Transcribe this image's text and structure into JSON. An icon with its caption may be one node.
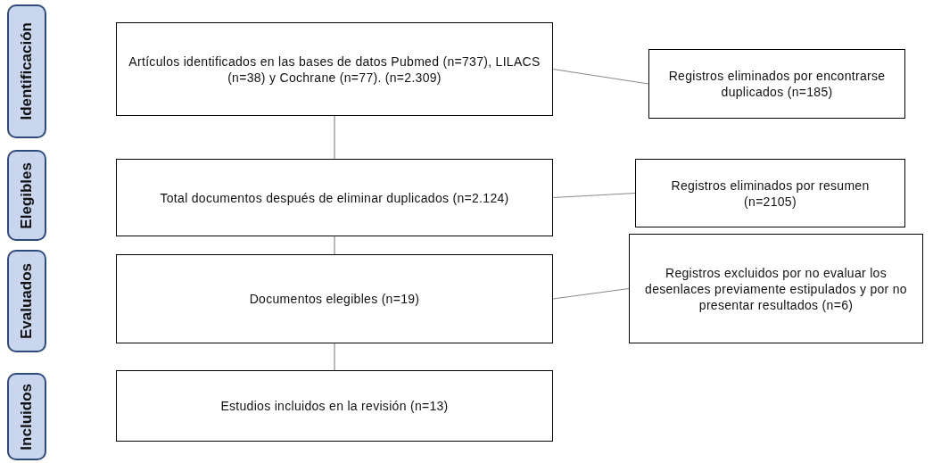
{
  "diagram": {
    "nodes": [
      {
        "text": [
          "Identificación"
        ]
      },
      {
        "text": [
          "Elegibles"
        ]
      },
      {
        "text": [
          "Evaluados"
        ]
      },
      {
        "text": [
          "Incluidos"
        ]
      },
      {
        "text": [
          "Artículos identificados en las bases de datos Pubmed (n=737), LILACS (n=38) y Cochrane (n=77). (n=2.309)"
        ]
      },
      {
        "text": [
          "Registros eliminados por encontrarse duplicados (n=185)"
        ]
      },
      {
        "text": [
          "Total documentos después de eliminar duplicados (n=2.124)"
        ]
      },
      {
        "text": [
          "Registros eliminados por resumen (n=2105)"
        ]
      },
      {
        "text": [
          "Documentos elegibles (n=19)"
        ]
      },
      {
        "text": [
          "Registros excluidos por no evaluar los desenlaces previamente estipulados y por no presentar resultados (n=6)"
        ]
      },
      {
        "text": [
          "Estudios incluidos en la revisión (n=13)"
        ]
      }
    ],
    "edges": [
      {
        "from": 4,
        "to": 6,
        "arrow": "none"
      },
      {
        "from": 6,
        "to": 8,
        "arrow": "none"
      },
      {
        "from": 8,
        "to": 10,
        "arrow": "none"
      },
      {
        "from": 4,
        "to": 5,
        "arrow": "none"
      },
      {
        "from": 6,
        "to": 7,
        "arrow": "none"
      },
      {
        "from": 8,
        "to": 9,
        "arrow": "none"
      }
    ]
  }
}
